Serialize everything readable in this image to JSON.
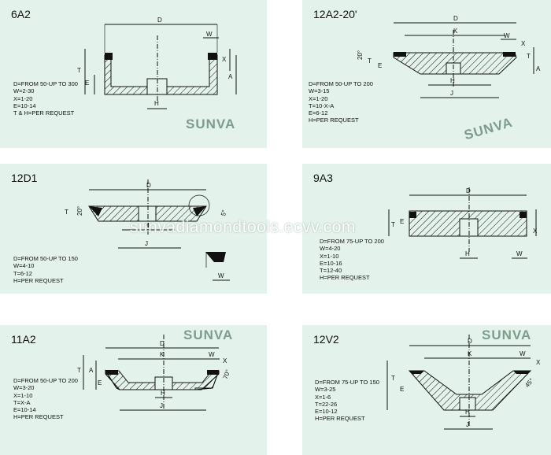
{
  "panels": {
    "p6a2": {
      "title": "6A2",
      "specs": [
        "D=FROM 50-UP TO 300",
        "W=2-30",
        "X=1-20",
        "E=10-14",
        "T & H=PER REQUEST"
      ]
    },
    "p12a2": {
      "title": "12A2-20'",
      "specs": [
        "D=FROM 50-UP TO 200",
        "W=3-15",
        "X=1-20",
        "T=10-X-A",
        "E=6-12",
        "H=PER REQUEST"
      ]
    },
    "p12d1": {
      "title": "12D1",
      "specs": [
        "D=FROM 50-UP TO 150",
        "W=4-10",
        "T=6-12",
        "H=PER REQUEST"
      ]
    },
    "p9a3": {
      "title": "9A3",
      "specs": [
        "D=FROM 75-UP TO 200",
        "W=4-20",
        "X=1-10",
        "E=10-16",
        "T=12-40",
        "H=PER REQUEST"
      ]
    },
    "p11a2": {
      "title": "11A2",
      "specs": [
        "D=FROM 50-UP TO 200",
        "W=3-20",
        "X=1-10",
        "T=X-A",
        "E=10-14",
        "H=PER REQUEST"
      ]
    },
    "p12v2": {
      "title": "12V2",
      "specs": [
        "D=FROM 75-UP TO 150",
        "W=3-25",
        "X=1-6",
        "T=22-26",
        "E=10-12",
        "H=PER REQUEST"
      ]
    }
  },
  "labels": {
    "D": "D",
    "W": "W",
    "X": "X",
    "T": "T",
    "E": "E",
    "A": "A",
    "H": "H",
    "K": "K",
    "J": "J",
    "angle20": "20°",
    "angle5": "5°",
    "angle70": "70°",
    "angle45": "45°"
  },
  "brand": "SUNVA",
  "watermark": "sunvadiamondtools.ecvv.com",
  "colors": {
    "panel": "#e3f2ea",
    "brand": "#7e9c8d",
    "ink": "#111111"
  }
}
